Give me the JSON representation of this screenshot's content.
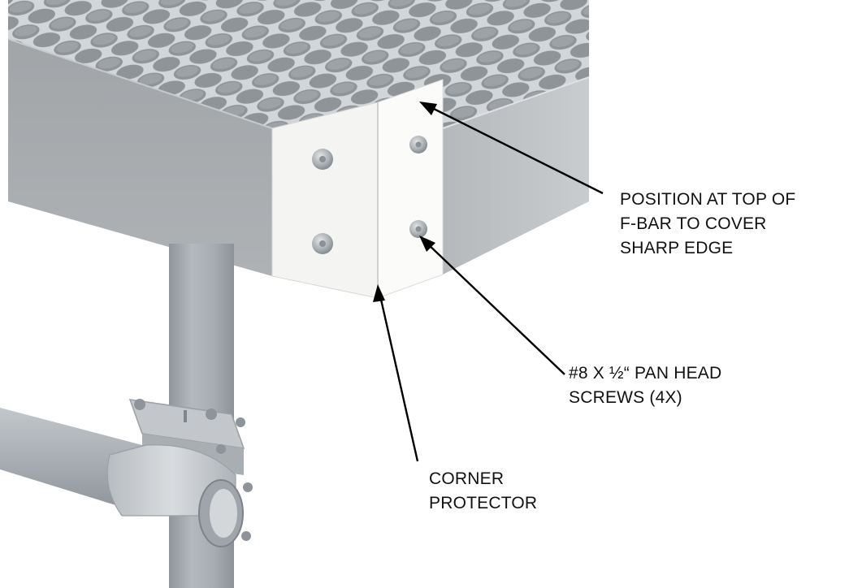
{
  "callouts": {
    "position_note": {
      "lines": [
        "POSITION AT TOP OF",
        "F-BAR TO COVER",
        "SHARP EDGE"
      ]
    },
    "screws_note": {
      "lines": [
        "#8 X ½“ PAN HEAD",
        "SCREWS (4X)"
      ]
    },
    "protector_note": {
      "lines": [
        "CORNER",
        "PROTECTOR"
      ]
    }
  },
  "colors": {
    "tray_panel": "#a4a8ab",
    "mesh_background": "#d2d5d8",
    "corner_protector": "#f7f7f5",
    "leg_tube": "#a7adb3",
    "clamp": "#c7cbcf",
    "leader_lines": "#000000"
  }
}
